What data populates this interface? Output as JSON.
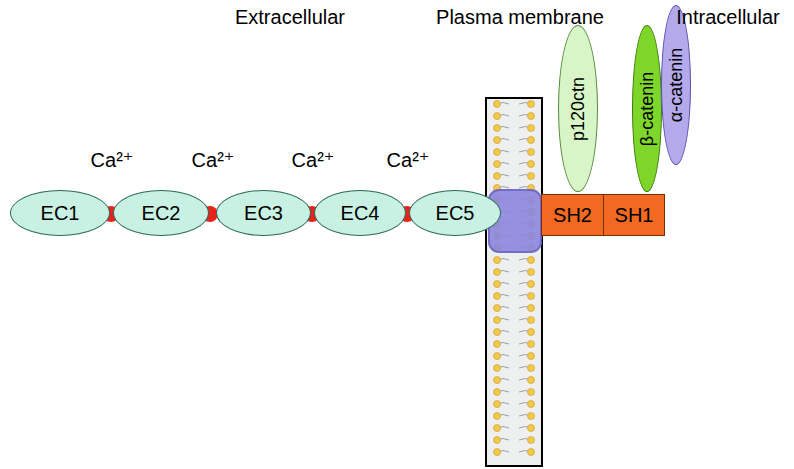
{
  "diagram": {
    "nodes": [
      {
        "text": [
          "EC1"
        ]
      },
      {
        "text": [
          "EC2"
        ]
      },
      {
        "text": [
          "EC3"
        ]
      },
      {
        "text": [
          "EC4"
        ]
      },
      {
        "text": [
          "EC5"
        ]
      },
      {
        "text": [
          "SH2"
        ]
      },
      {
        "text": [
          "SH1"
        ]
      },
      {
        "text": [
          "p120ctn"
        ]
      },
      {
        "text": [
          "β-catenin"
        ]
      },
      {
        "text": [
          "α-catenin"
        ]
      }
    ],
    "labels": [
      "Extracellular",
      "Plasma membrane",
      "Intracellular",
      "Ca²⁺",
      "Ca²⁺",
      "Ca²⁺",
      "Ca²⁺"
    ]
  }
}
